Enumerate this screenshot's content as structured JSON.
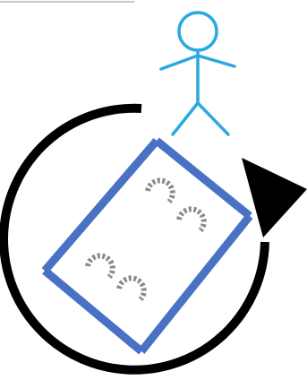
{
  "diagram": {
    "figure": {
      "icon": "stick-figure-icon",
      "color": "#2aa9e0"
    },
    "rotation_arrow": {
      "icon": "clockwise-rotation-arrow-icon",
      "direction": "clockwise",
      "color": "#000000"
    },
    "frame": {
      "icon": "rotated-rectangular-frame-icon",
      "color": "#4a72c4",
      "tilt_degrees": 32
    },
    "footprints": {
      "icon": "footprint-icon",
      "count": 4,
      "color": "#8a8a8a"
    },
    "top_left_strip": {
      "color": "#c9c9c9"
    }
  }
}
